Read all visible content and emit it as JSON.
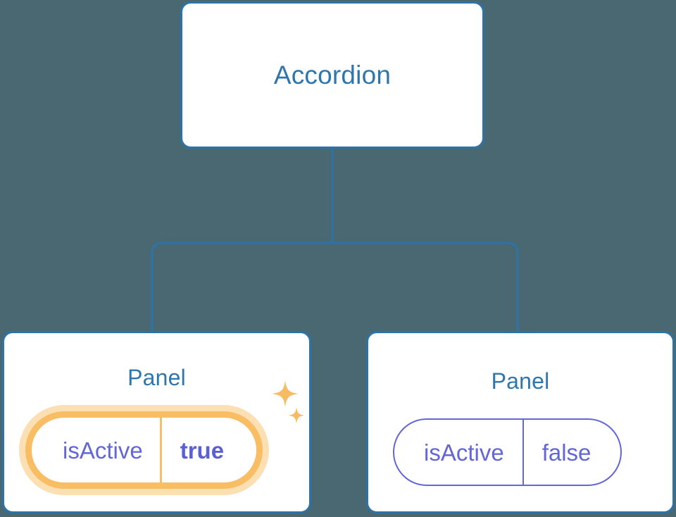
{
  "diagram": {
    "type": "component-tree",
    "background_color": "#4a6872",
    "node_border_color": "#2c74a8",
    "node_title_color": "#2e76ab",
    "prop_color": "#6366d8",
    "highlight_color": "#f9bd64",
    "highlight_glow_color": "#fce0b4",
    "root": {
      "title": "Accordion"
    },
    "children": [
      {
        "title": "Panel",
        "highlighted": true,
        "prop": {
          "key": "isActive",
          "value": "true"
        },
        "decoration": "sparkle-icon"
      },
      {
        "title": "Panel",
        "highlighted": false,
        "prop": {
          "key": "isActive",
          "value": "false"
        }
      }
    ]
  }
}
